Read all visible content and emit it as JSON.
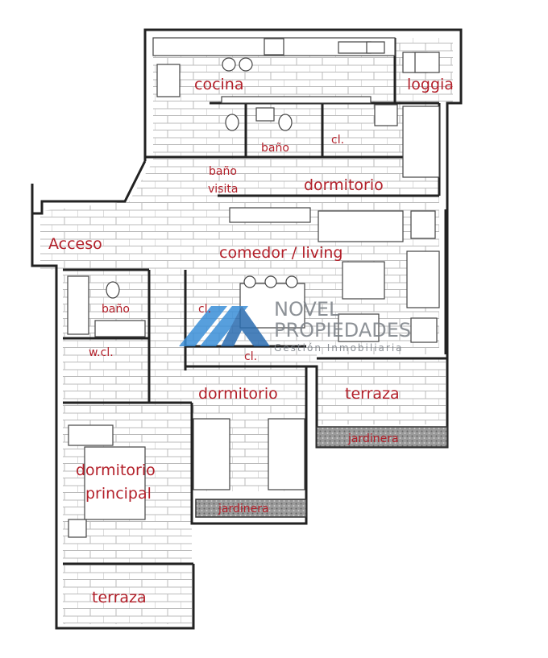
{
  "plan": {
    "rooms": {
      "cocina": "cocina",
      "loggia": "loggia",
      "bano_suite": "baño",
      "closet_top": "cl.",
      "bano_visita_1": "baño",
      "bano_visita_2": "visita",
      "dormitorio_top": "dormitorio",
      "acceso": "Acceso",
      "comedor_living": "comedor / living",
      "bano_left": "baño",
      "closet_mid": "cl.",
      "wcl": "w.cl.",
      "closet_low": "cl.",
      "dormitorio_mid": "dormitorio",
      "terraza_right": "terraza",
      "jardinera_right": "jardinera",
      "dormitorio_principal_1": "dormitorio",
      "dormitorio_principal_2": "principal",
      "jardinera_mid": "jardinera",
      "terraza_bottom": "terraza"
    },
    "colors": {
      "label": "#b3202a",
      "wall": "#222222",
      "logo": "#3a8fd8"
    }
  },
  "watermark": {
    "line1": "NOVEL",
    "line2": "PROPIEDADES",
    "line3": "Gestión Inmobiliaria"
  }
}
